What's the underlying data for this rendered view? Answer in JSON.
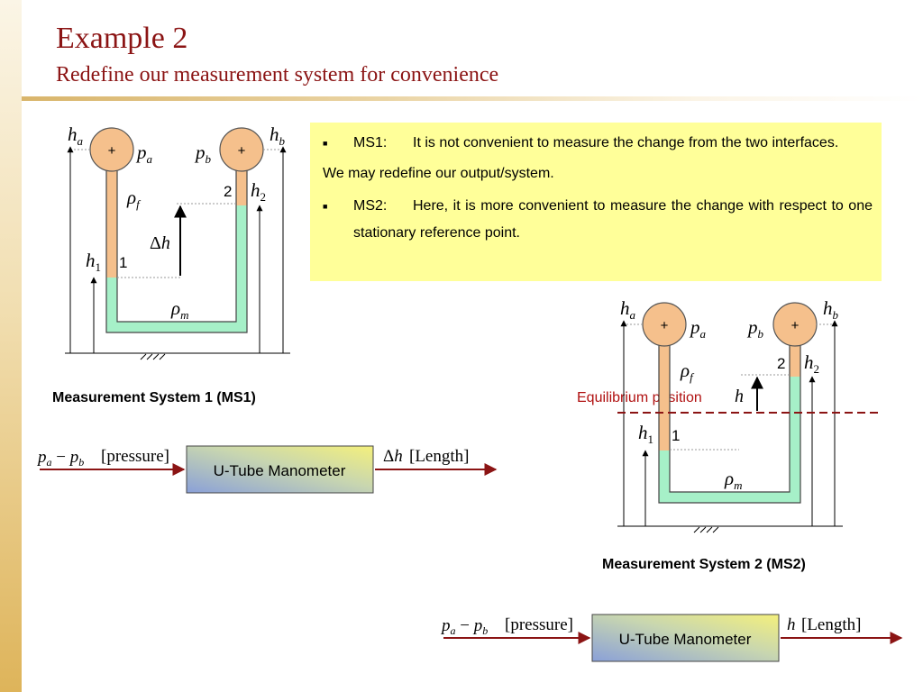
{
  "slide": {
    "title": "Example 2",
    "subtitle": "Redefine our measurement system for convenience"
  },
  "notes": {
    "ms1_lead": "MS1:",
    "ms1_text": "It is not convenient to measure the change from the two interfaces.",
    "redefine": "We may redefine our output/system.",
    "ms2_lead": "MS2:",
    "ms2_text": "Here, it is more convenient to measure the change with respect to one stationary reference point."
  },
  "ms1": {
    "caption": "Measurement System 1 (MS1)",
    "label_1": "1",
    "label_2": "2",
    "block_label": "U-Tube Manometer",
    "input_label": "[pressure]",
    "output_label": "[Length]"
  },
  "ms2": {
    "caption": "Measurement System 2 (MS2)",
    "label_1": "1",
    "label_2": "2",
    "equilibrium": "Equilibrium position",
    "block_label": "U-Tube Manometer",
    "input_label": "[pressure]",
    "output_label": "[Length]"
  },
  "colors": {
    "title": "#8b1414",
    "note_bg": "#ffff99",
    "fluid_f": "#f5c08c",
    "fluid_m": "#a6f0c8",
    "arrow": "#8b1414",
    "equilibrium_line": "#8b1414"
  }
}
